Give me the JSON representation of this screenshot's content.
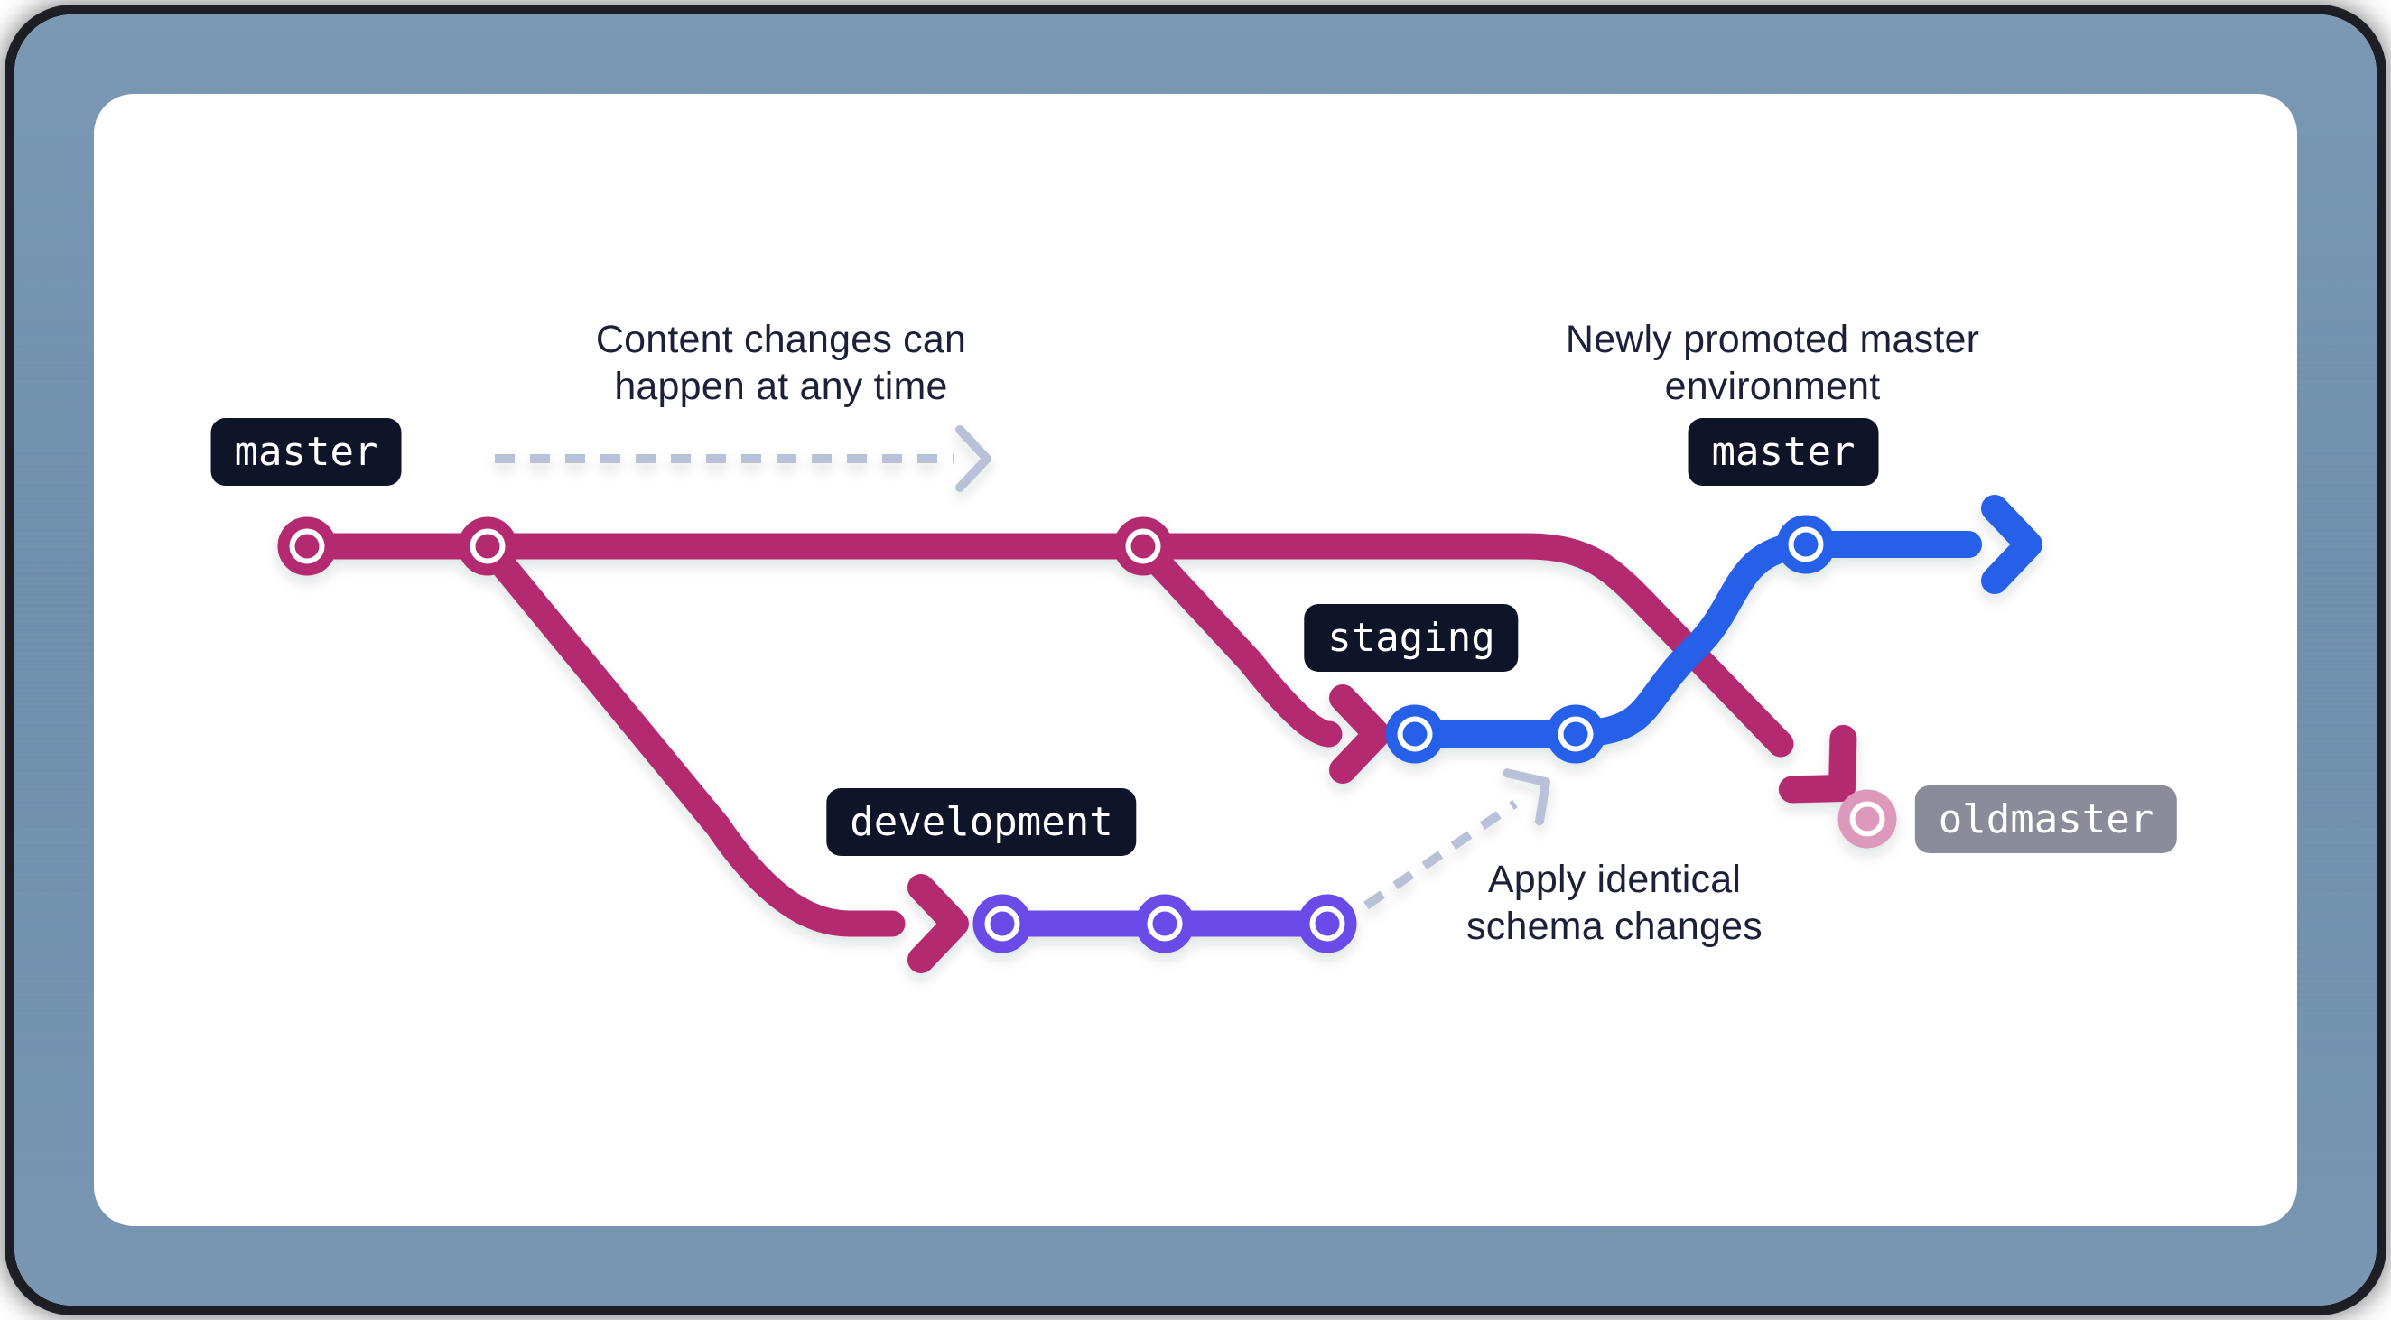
{
  "colors": {
    "frame": "#7594B0",
    "frame_edge": "#0b0b12",
    "panel": "#ffffff",
    "master_pink": "#B42B70",
    "master_blue": "#2760E8",
    "development_purple": "#6B4BE8",
    "oldmaster_pink": "#DC99BC",
    "label_dark_bg": "#101429",
    "label_gray_bg": "#8A8D99",
    "label_text": "#ffffff",
    "annotation_text": "#1B2139",
    "dashed_arrow": "#B9C1D9"
  },
  "labels": {
    "master_left": "master",
    "master_right": "master",
    "staging": "staging",
    "development": "development",
    "oldmaster": "oldmaster"
  },
  "annotations": {
    "content_changes": "Content changes can\nhappen at any time",
    "newly_promoted": "Newly promoted master\nenvironment",
    "apply_schema": "Apply identical\nschema changes"
  },
  "graph": {
    "type": "git-environment-branch-diagram",
    "branches": [
      {
        "name": "master",
        "color_key": "master_pink",
        "commit_count": 3,
        "ends_as": "oldmaster"
      },
      {
        "name": "development",
        "color_key": "development_purple",
        "commit_count": 3,
        "branched_from": "master commit 2"
      },
      {
        "name": "staging",
        "color_key": "master_blue",
        "commit_count": 2,
        "branched_from": "master commit 3"
      },
      {
        "name": "master (newly promoted)",
        "color_key": "master_blue",
        "commit_count": 1,
        "promoted_from": "staging"
      },
      {
        "name": "oldmaster",
        "color_key": "oldmaster_pink",
        "commit_count": 1
      }
    ],
    "dashed_flows": [
      {
        "label": "Content changes can happen at any time",
        "from": "master label",
        "direction": "right"
      },
      {
        "label": "Apply identical schema changes",
        "from": "development last commit",
        "to": "staging last commit"
      }
    ]
  }
}
